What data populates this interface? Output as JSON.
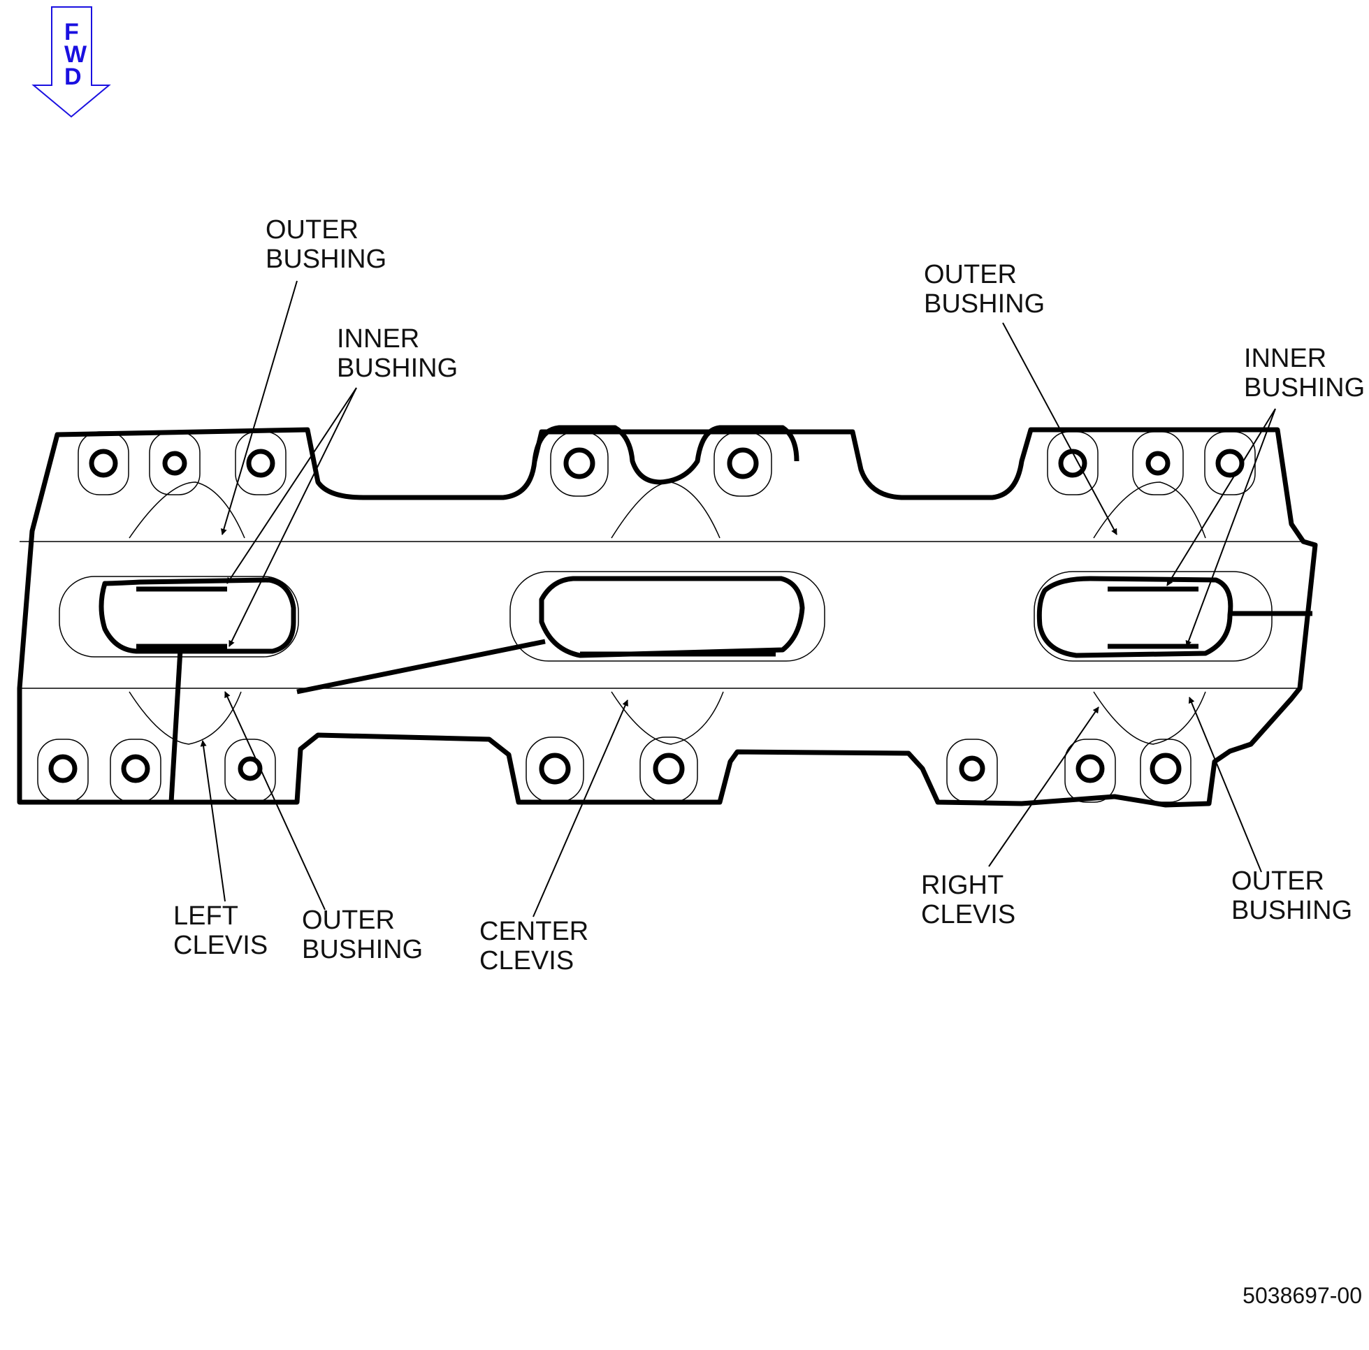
{
  "fwd_indicator": {
    "letters": [
      "F",
      "W",
      "D"
    ],
    "color": "#1a10e0"
  },
  "callouts": {
    "outer_bushing_top_left": {
      "line1": "OUTER",
      "line2": "BUSHING"
    },
    "inner_bushing_left": {
      "line1": "INNER",
      "line2": "BUSHING"
    },
    "outer_bushing_top_right": {
      "line1": "OUTER",
      "line2": "BUSHING"
    },
    "inner_bushing_right": {
      "line1": "INNER",
      "line2": "BUSHING"
    },
    "left_clevis": {
      "line1": "LEFT",
      "line2": "CLEVIS"
    },
    "outer_bushing_bottom_left": {
      "line1": "OUTER",
      "line2": "BUSHING"
    },
    "center_clevis": {
      "line1": "CENTER",
      "line2": "CLEVIS"
    },
    "right_clevis": {
      "line1": "RIGHT",
      "line2": "CLEVIS"
    },
    "outer_bushing_bottom_right": {
      "line1": "OUTER",
      "line2": "BUSHING"
    }
  },
  "document_number": "5038697-00"
}
